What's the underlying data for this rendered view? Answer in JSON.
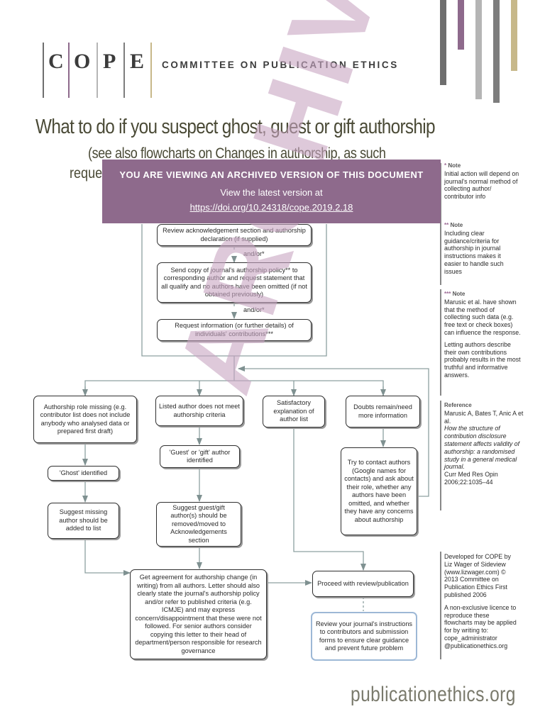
{
  "header": {
    "logo_letters": [
      "C",
      "O",
      "P",
      "E"
    ],
    "org_name": "COMMITTEE ON PUBLICATION ETHICS",
    "stripe_colors": [
      "#6e6e6e",
      "#8e6a8c",
      "#b5b5b5",
      "#7d7d7d",
      "#c7b88a"
    ],
    "logo_bar_colors": [
      "#6e6e6e",
      "#8e6a8c",
      "#b5b5b5",
      "#7d7d7d",
      "#c7b88a"
    ]
  },
  "title": "What to do if you suspect ghost, guest or gift authorship",
  "subtitle": "(see also flowcharts on Changes in authorship, as such",
  "subtitle2": "reque",
  "banner": {
    "line1": "YOU ARE VIEWING AN ARCHIVED VERSION OF THIS DOCUMENT",
    "line2": "View the latest version at",
    "link": "https://doi.org/10.24318/cope.2019.2.18",
    "color": "#8e6a8c"
  },
  "watermark": "ARCHIVED",
  "flow": {
    "review_ack": "Review acknowledgement section and authorship declaration (if supplied)",
    "and_or_1": "and/or*",
    "send_copy": "Send copy of journal's authorship policy** to corresponding author and request statement that all qualify and no authors have been omitted (if not obtained previously)",
    "and_or_2": "and/or*",
    "request_info": "Request information (or further details) of individuals' contributions***",
    "role_missing": "Authorship role missing (e.g. contributor list does not include anybody who analysed data or prepared first draft)",
    "not_meet": "Listed author does not meet authorship criteria",
    "satisfactory": "Satisfactory explanation of author list",
    "doubts": "Doubts remain/need more information",
    "ghost": "'Ghost' identified",
    "guest_gift": "'Guest' or 'gift' author identified",
    "contact": "Try to contact authors (Google names for contacts) and ask about their role, whether any authors have been omitted, and whether they have any concerns about authorship",
    "suggest_missing": "Suggest missing author should be added to list",
    "suggest_remove": "Suggest guest/gift author(s) should be removed/moved to Acknowledgements section",
    "agreement": "Get agreement for authorship change (in writing) from all authors. Letter should also clearly state the journal's authorship policy and/or refer to published criteria (e.g. ICMJE) and may express concern/disappointment that these were not followed. For senior authors consider copying this letter to their head of department/person responsible for research governance",
    "proceed": "Proceed with review/publication",
    "review_instructions": "Review your journal's instructions to contributors and submission forms to ensure clear guidance and prevent future problem"
  },
  "notes": {
    "n1_head": "Note",
    "n1_star": "*",
    "n1_body": "Initial action will depend on journal's normal method of collecting author/ contributor info",
    "n2_head": "Note",
    "n2_star": "**",
    "n2_body": "Including clear guidance/criteria for authorship in journal instructions makes it easier to handle such issues",
    "n3_head": "Note",
    "n3_star": "***",
    "n3_body": "Marusic et al. have shown that the method of collecting such data (e.g. free text or check boxes) can influence the response.",
    "n3_body2": "Letting authors describe their own contributions probably results in the most truthful and informative answers.",
    "ref_head": "Reference",
    "ref_authors": "Marusic A, Bates T, Anic A et al.",
    "ref_title": "How the structure of contribution disclosure statement affects validity of authorship: a randomised study in a general medical journal.",
    "ref_journal": "Curr Med Res Opin 2006;22:1035–44",
    "dev": "Developed for COPE by Liz Wager of Sideview (www.lizwager.com) © 2013 Committee on Publication Ethics First published 2006",
    "licence": "A non-exclusive licence to reproduce these flowcharts may be applied for by writing to: cope_administrator @publicationethics.org"
  },
  "footer": "publicationethics.org"
}
